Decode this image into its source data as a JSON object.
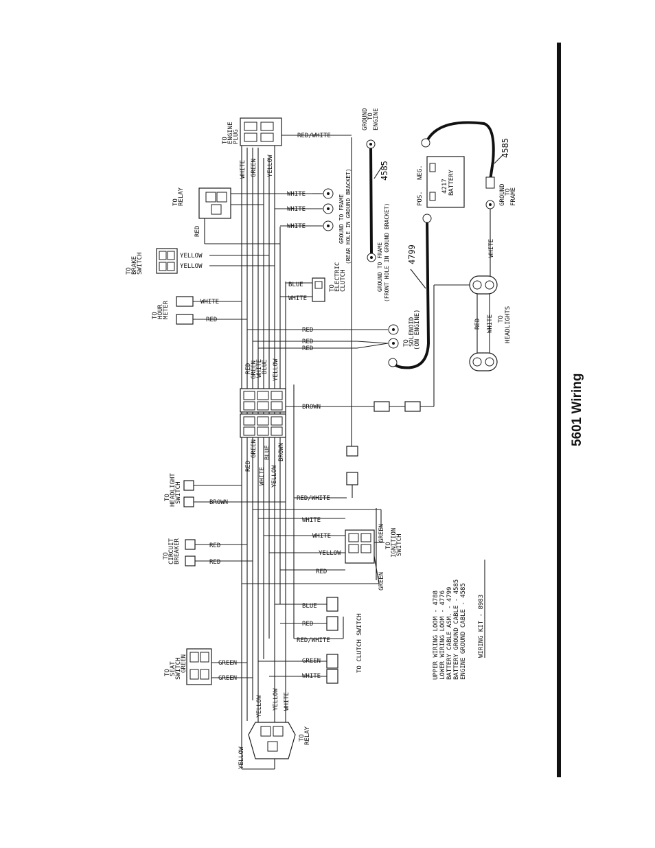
{
  "title": "5601 Wiring",
  "parts": {
    "upper_wiring_loom": "UPPER WIRING LOOM - 4788",
    "lower_wiring_loom": "LOWER WIRING LOOM - 4776",
    "battery_cable": "BATTERY CABLE ASM. - 4799",
    "battery_ground_cable": "BATTERY GROUND CABLE - 4585",
    "engine_ground_cable": "ENGINE GROUND CABLE - 4585",
    "wiring_kit": "WIRING KIT - 8983"
  },
  "callouts": {
    "c4585_top": "4585",
    "c4585_right": "4585",
    "c4799": "4799"
  },
  "destinations": {
    "engine_plug": [
      "TO",
      "ENGINE",
      "PLUG"
    ],
    "relay_top": [
      "TO",
      "RELAY"
    ],
    "brake_switch": [
      "TO",
      "BRAKE",
      "SWITCH"
    ],
    "hour_meter": [
      "TO",
      "HOUR",
      "METER"
    ],
    "headlight_switch": [
      "TO",
      "HEADLIGHT",
      "SWITCH"
    ],
    "circuit_breaker": [
      "TO",
      "CIRCUIT",
      "BREAKER"
    ],
    "seat_switch": [
      "TO",
      "SEAT",
      "SWITCH"
    ],
    "relay_bottom": [
      "TO",
      "RELAY"
    ],
    "ignition_switch": [
      "TO",
      "IGNITION",
      "SWITCH"
    ],
    "clutch_switch": "TO CLUTCH SWITCH",
    "electric_clutch": [
      "TO",
      "ELECTRIC",
      "CLUTCH"
    ],
    "solenoid": [
      "TO",
      "SOLENOID",
      "(ON ENGINE)"
    ],
    "ground_frame_rear": [
      "GROUND TO FRAME",
      "(REAR HOLE IN GROUND BRACKET)"
    ],
    "ground_frame_front": [
      "GROUND TO FRAME",
      "(FRONT HOLE IN GROUND BRACKET)"
    ],
    "ground_engine": [
      "GROUND",
      "TO",
      "ENGINE"
    ],
    "ground_frame_right": [
      "GROUND",
      "TO",
      "FRAME"
    ],
    "headlights": [
      "TO",
      "HEADLIGHTS"
    ]
  },
  "battery": {
    "label": [
      "4217",
      "BATTERY"
    ],
    "neg": "NEG.",
    "pos": "POS."
  },
  "wire_colors": {
    "red_white": "RED/WHITE",
    "white": "WHITE",
    "green": "GREEN",
    "yellow": "YELLOW",
    "red": "RED",
    "blue": "BLUE",
    "brown": "BROWN"
  }
}
